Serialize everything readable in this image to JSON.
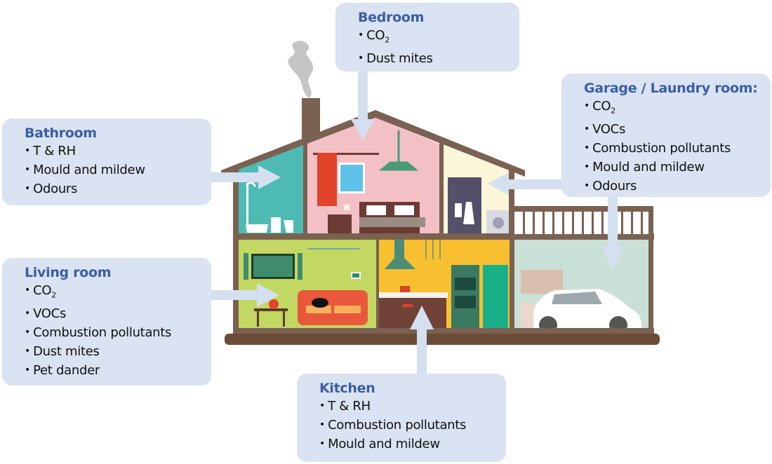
{
  "diagram": {
    "subject": "Indoor air quality pollutants by room",
    "colors": {
      "callout_bg": "#d9e3f1",
      "heading": "#3a5da6",
      "arrow": "#d4dff0",
      "house_frame": "#7a6151",
      "bathroom_wall": "#4dbab4",
      "bedroom_wall": "#f3c0c6",
      "laundry_wall": "#fbf6d8",
      "living_wall": "#c3d862",
      "kitchen_wall": "#f8c030",
      "garage_wall": "#c9e0d6"
    },
    "callouts": {
      "bedroom": {
        "title": "Bedroom",
        "items": [
          "CO",
          "Dust mites"
        ],
        "subscripts": {
          "0": "2"
        }
      },
      "bathroom": {
        "title": "Bathroom",
        "items": [
          "T & RH",
          "Mould and mildew",
          "Odours"
        ]
      },
      "garage": {
        "title": "Garage / Laundry room:",
        "items": [
          "CO",
          "VOCs",
          "Combustion pollutants",
          "Mould and mildew",
          "Odours"
        ],
        "subscripts": {
          "0": "2"
        }
      },
      "living": {
        "title": "Living room",
        "items": [
          "CO",
          "VOCs",
          "Combustion pollutants",
          "Dust mites",
          "Pet dander"
        ],
        "subscripts": {
          "0": "2"
        }
      },
      "kitchen": {
        "title": "Kitchen",
        "items": [
          "T & RH",
          "Combustion pollutants",
          "Mould and mildew"
        ]
      }
    },
    "sub2": "2"
  }
}
